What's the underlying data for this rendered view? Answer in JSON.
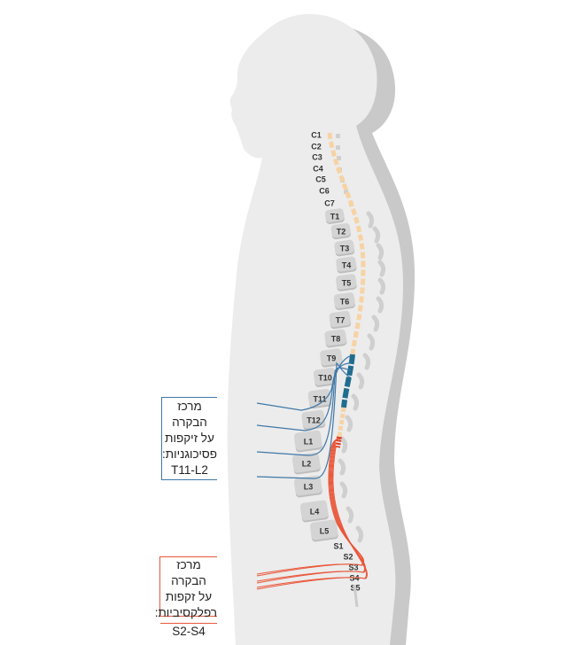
{
  "vertebrae": [
    "C1",
    "C2",
    "C3",
    "C4",
    "C5",
    "C6",
    "C7",
    "T1",
    "T2",
    "T3",
    "T4",
    "T5",
    "T6",
    "T7",
    "T8",
    "T9",
    "T10",
    "T11",
    "T12",
    "L1",
    "L2",
    "L3",
    "L4",
    "L5",
    "S1",
    "S2",
    "S3",
    "S4",
    "S5"
  ],
  "psychogenic_box": {
    "lines": [
      "מרכז הבקרה",
      "על זיקפות",
      "פסיכוגניות:"
    ],
    "range": "T11-L2",
    "color": "#3f78a8"
  },
  "reflexive_box": {
    "lines": [
      "מרכז הבקרה",
      "על זקפות",
      "רפלקסיביות:"
    ],
    "range": "S2-S4",
    "color": "#e9573a"
  },
  "colors": {
    "body": "#ececec",
    "body_shadow": "#c9c9c9",
    "cord": "#f7d3a4",
    "psychogenic_segment": "#1f6d8f",
    "reflexive_segment": "#e03a22"
  }
}
